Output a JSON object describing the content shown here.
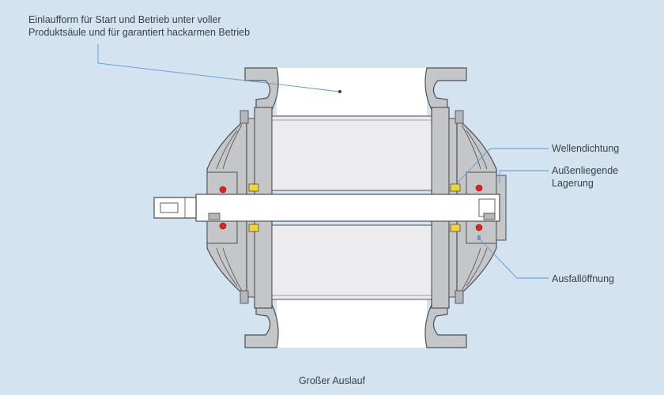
{
  "diagram": {
    "annotations": {
      "inlet_line1": "Einlaufform für Start und Betrieb unter voller",
      "inlet_line2": "Produktsäule und für garantiert hackarmen Betrieb",
      "shaft_seal": "Wellendichtung",
      "bearing_line1": "Außenliegende",
      "bearing_line2": "Lagerung",
      "outlet_opening": "Ausfallöffnung"
    },
    "caption": "Großer Auslauf"
  },
  "colors": {
    "background": "#d3e3f0",
    "housing_fill": "#c5c6c8",
    "housing_stroke": "#4c5157",
    "rotor_fill": "#ececee",
    "seal_red": "#e2231a",
    "bearing_yellow": "#f2d630",
    "leader_line": "#5a9ad4"
  }
}
